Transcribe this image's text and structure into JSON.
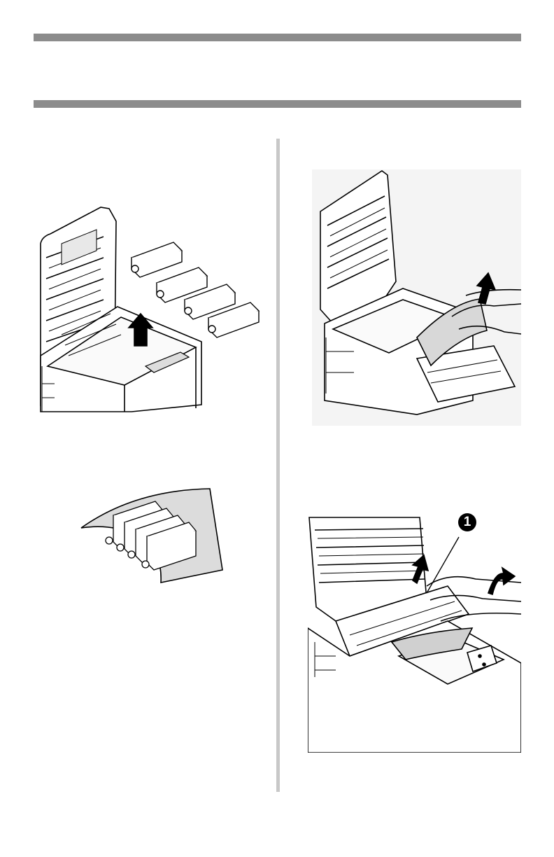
{
  "page": {
    "title": "",
    "section": ""
  },
  "figures": [
    {
      "id": "fig-remove-drums",
      "caption": ""
    },
    {
      "id": "fig-drums-covered",
      "caption": ""
    },
    {
      "id": "fig-remove-jammed-paper-front",
      "caption": ""
    },
    {
      "id": "fig-remove-jammed-paper-belt",
      "caption": "",
      "callout": "1"
    }
  ]
}
